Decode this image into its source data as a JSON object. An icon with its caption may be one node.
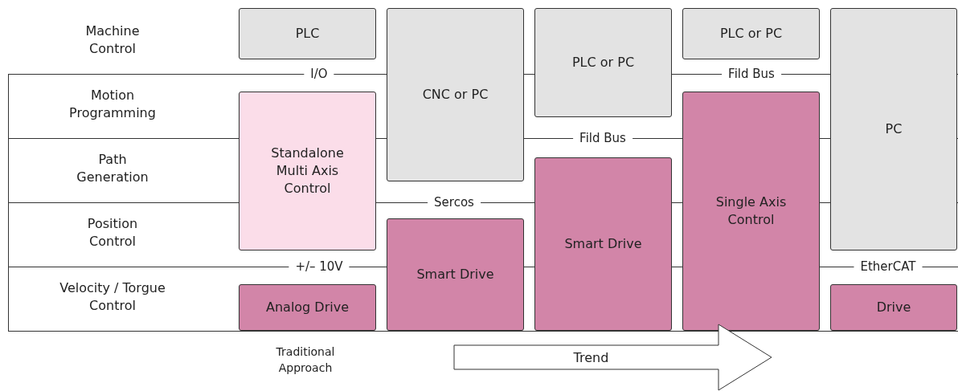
{
  "diagram": {
    "nodes": [
      {
        "text": [
          "PLC"
        ]
      },
      {
        "text": [
          "CNC or PC"
        ]
      },
      {
        "text": [
          "PLC or PC"
        ]
      },
      {
        "text": [
          "PLC or PC"
        ]
      },
      {
        "text": [
          "PC"
        ]
      },
      {
        "text": [
          "Standalone Multi Axis Control"
        ]
      },
      {
        "text": [
          "Single Axis Control"
        ]
      },
      {
        "text": [
          "Smart Drive"
        ]
      },
      {
        "text": [
          "Smart Drive"
        ]
      },
      {
        "text": [
          "Analog Drive"
        ]
      },
      {
        "text": [
          "Drive"
        ]
      },
      {
        "text": [
          "Trend"
        ]
      }
    ],
    "edges": [],
    "labels": [
      "Machine Control",
      "I/O",
      "Fild Bus",
      "Motion Programming",
      "Fild Bus",
      "Path Generation",
      "Sercos",
      "Position Control",
      "+/– 10V",
      "EtherCAT",
      "Velocity / Torgue Control",
      "Traditional Approach"
    ]
  }
}
